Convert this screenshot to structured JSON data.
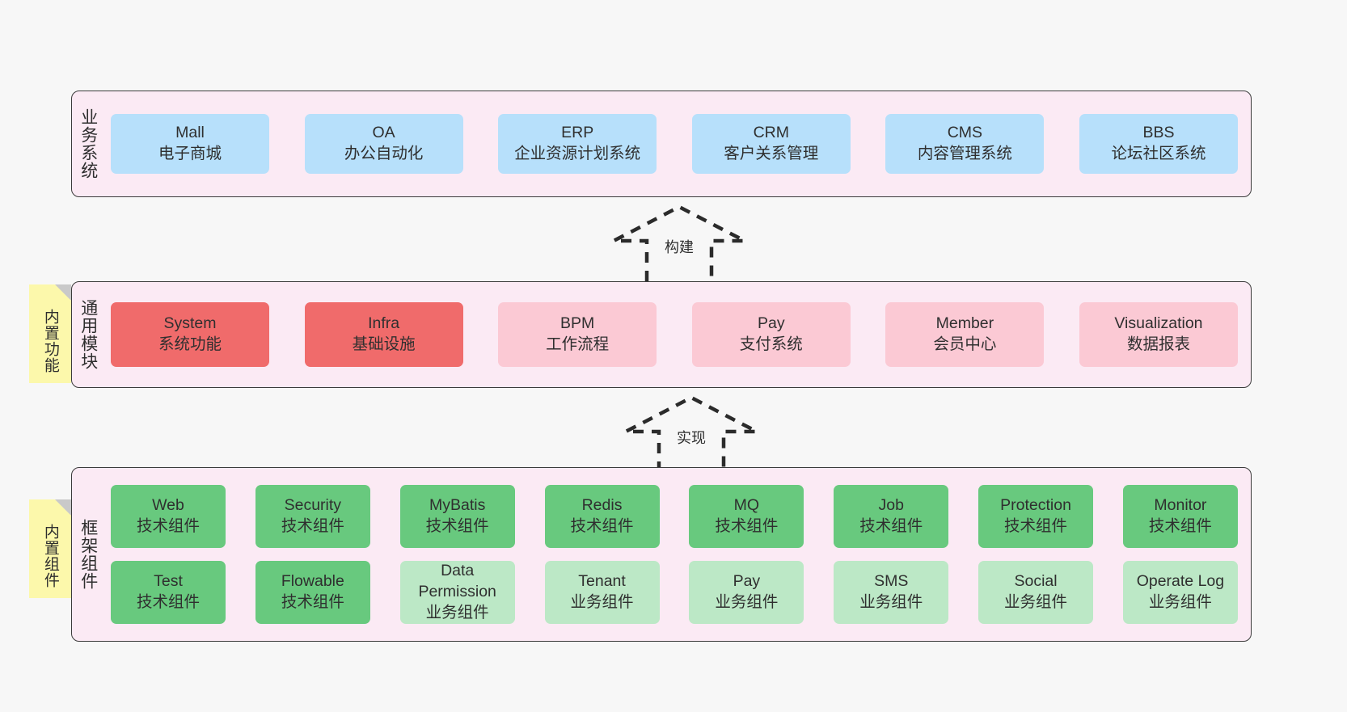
{
  "diagram": {
    "background_color": "#f7f7f7",
    "layers": [
      {
        "id": "business",
        "label": "业务系统",
        "panel_color": "#fbeaf4",
        "boxes": [
          {
            "en": "Mall",
            "cn": "电子商城",
            "style": "blue"
          },
          {
            "en": "OA",
            "cn": "办公自动化",
            "style": "blue"
          },
          {
            "en": "ERP",
            "cn": "企业资源计划系统",
            "style": "blue"
          },
          {
            "en": "CRM",
            "cn": "客户关系管理",
            "style": "blue"
          },
          {
            "en": "CMS",
            "cn": "内容管理系统",
            "style": "blue"
          },
          {
            "en": "BBS",
            "cn": "论坛社区系统",
            "style": "blue"
          }
        ]
      },
      {
        "id": "modules",
        "label": "通用模块",
        "panel_color": "#fbeaf4",
        "note": "内置功能",
        "boxes": [
          {
            "en": "System",
            "cn": "系统功能",
            "style": "red"
          },
          {
            "en": "Infra",
            "cn": "基础设施",
            "style": "red"
          },
          {
            "en": "BPM",
            "cn": "工作流程",
            "style": "pink"
          },
          {
            "en": "Pay",
            "cn": "支付系统",
            "style": "pink"
          },
          {
            "en": "Member",
            "cn": "会员中心",
            "style": "pink"
          },
          {
            "en": "Visualization",
            "cn": "数据报表",
            "style": "pink"
          }
        ]
      },
      {
        "id": "framework",
        "label": "框架组件",
        "panel_color": "#fbeaf4",
        "note": "内置组件",
        "rows": [
          [
            {
              "en": "Web",
              "cn": "技术组件",
              "style": "green"
            },
            {
              "en": "Security",
              "cn": "技术组件",
              "style": "green"
            },
            {
              "en": "MyBatis",
              "cn": "技术组件",
              "style": "green"
            },
            {
              "en": "Redis",
              "cn": "技术组件",
              "style": "green"
            },
            {
              "en": "MQ",
              "cn": "技术组件",
              "style": "green"
            },
            {
              "en": "Job",
              "cn": "技术组件",
              "style": "green"
            },
            {
              "en": "Protection",
              "cn": "技术组件",
              "style": "green"
            },
            {
              "en": "Monitor",
              "cn": "技术组件",
              "style": "green"
            }
          ],
          [
            {
              "en": "Test",
              "cn": "技术组件",
              "style": "green"
            },
            {
              "en": "Flowable",
              "cn": "技术组件",
              "style": "green"
            },
            {
              "en": "Data Permission",
              "cn": "业务组件",
              "style": "lgreen"
            },
            {
              "en": "Tenant",
              "cn": "业务组件",
              "style": "lgreen"
            },
            {
              "en": "Pay",
              "cn": "业务组件",
              "style": "lgreen"
            },
            {
              "en": "SMS",
              "cn": "业务组件",
              "style": "lgreen"
            },
            {
              "en": "Social",
              "cn": "业务组件",
              "style": "lgreen"
            },
            {
              "en": "Operate Log",
              "cn": "业务组件",
              "style": "lgreen"
            }
          ]
        ]
      }
    ],
    "arrows": [
      {
        "id": "build",
        "label": "构建",
        "direction": "up",
        "style": "dashed-hollow"
      },
      {
        "id": "impl",
        "label": "实现",
        "direction": "up",
        "style": "dashed-hollow"
      }
    ],
    "colors": {
      "panel": "#fbeaf4",
      "blue": "#b7e0fb",
      "red": "#f06b6b",
      "pink": "#fbc9d4",
      "green": "#68c97e",
      "light_green": "#bce8c6",
      "note_yellow": "#fcf8ab",
      "note_fold": "#c9c9c9",
      "stroke": "#3b3b3b"
    }
  }
}
